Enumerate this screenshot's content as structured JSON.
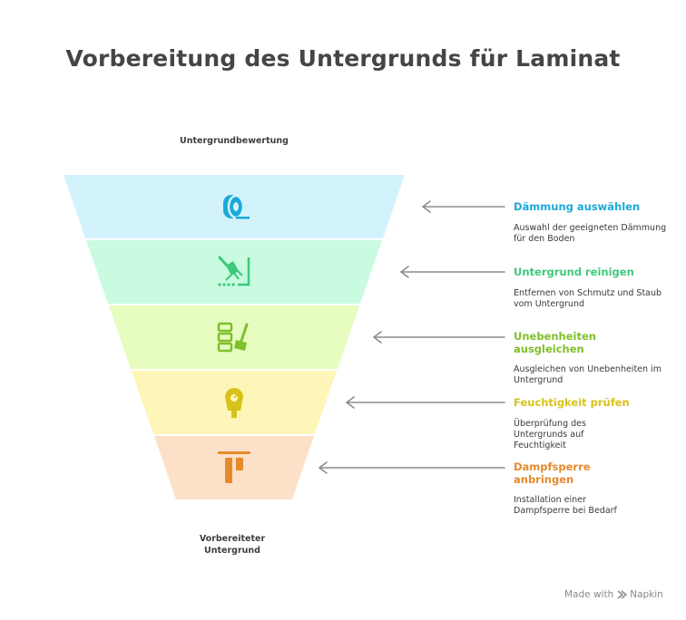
{
  "title": "Vorbereitung des Untergrunds für Laminat",
  "top_label": "Untergrundbewertung",
  "bottom_label": "Vorbereiteter Untergrund",
  "footer": {
    "made_with": "Made with",
    "brand": "Napkin"
  },
  "steps": [
    {
      "title": "Dämmung auswählen",
      "description": "Auswahl der geeigneten Dämmung für den Boden",
      "color": "#1aa9d8",
      "fill": "#d3f3fc",
      "icon": "tape-roll-icon"
    },
    {
      "title": "Untergrund reinigen",
      "description": "Entfernen von Schmutz und Staub vom Untergrund",
      "color": "#3ec97a",
      "fill": "#c8fbe0",
      "icon": "broom-icon"
    },
    {
      "title": "Unebenheiten ausgleichen",
      "description": "Ausgleichen von Unebenheiten im Untergrund",
      "color": "#7fbf2a",
      "fill": "#e6fcc0",
      "icon": "trowel-icon"
    },
    {
      "title": "Feuchtigkeit prüfen",
      "description": "Überprüfung des Untergrunds auf Feuchtigkeit",
      "color": "#d8c21a",
      "fill": "#fdf6b8",
      "icon": "moisture-meter-icon"
    },
    {
      "title": "Dampfsperre anbringen",
      "description": "Installation einer Dampfsperre bei Bedarf",
      "color": "#e58a2c",
      "fill": "#fde0c8",
      "icon": "barrier-icon"
    }
  ]
}
